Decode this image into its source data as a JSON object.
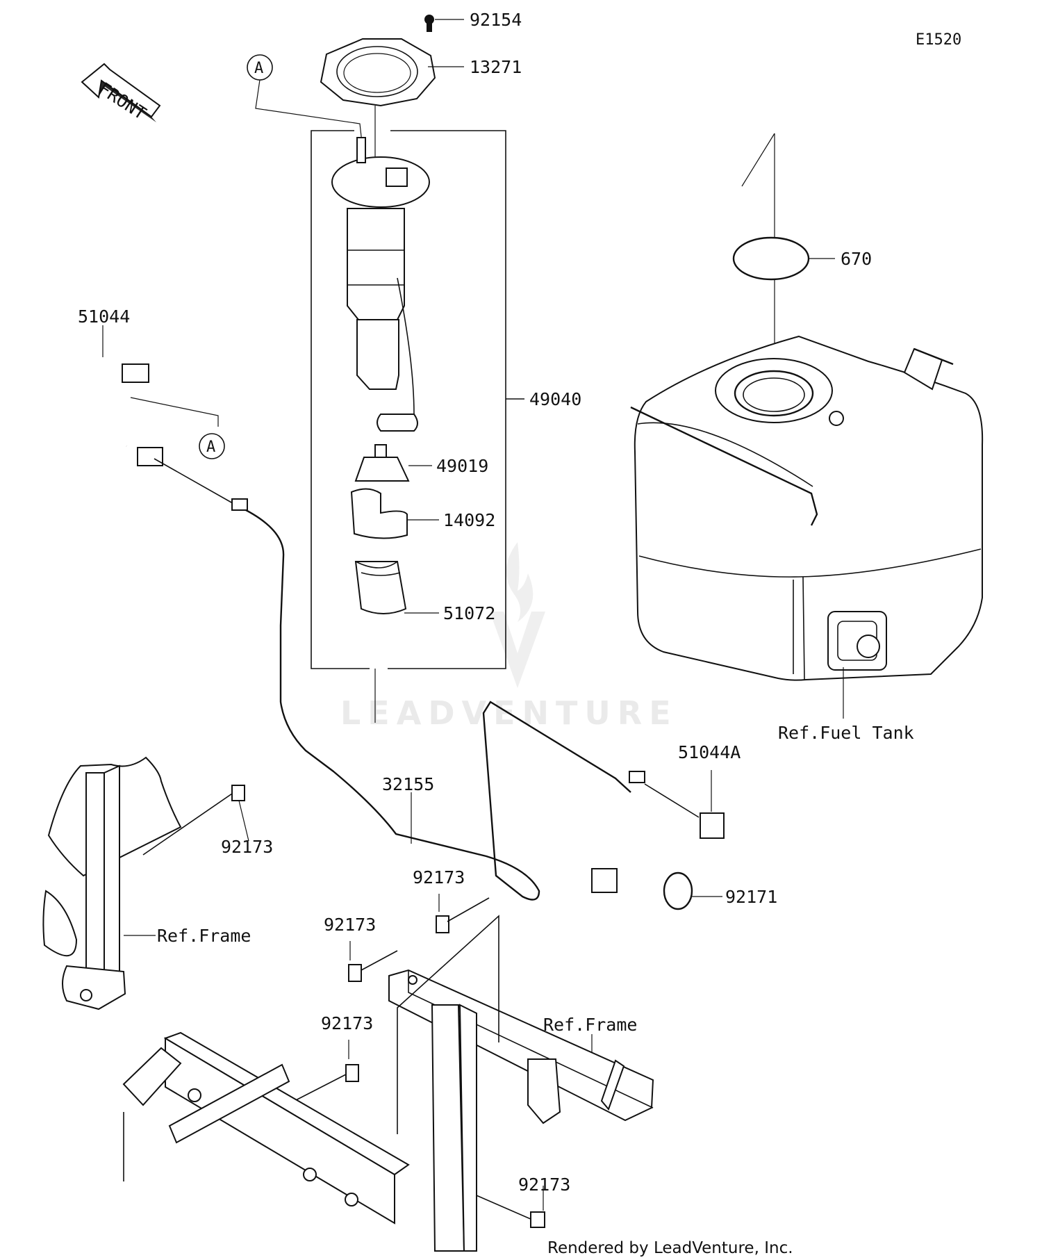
{
  "diagram": {
    "code": "E1520",
    "front_label": "FRONT",
    "parts": [
      {
        "number": "92154"
      },
      {
        "number": "13271"
      },
      {
        "number": "670"
      },
      {
        "number": "49040"
      },
      {
        "number": "49019"
      },
      {
        "number": "14092"
      },
      {
        "number": "51072"
      },
      {
        "number": "51044"
      },
      {
        "number": "51044A"
      },
      {
        "number": "32155"
      },
      {
        "number": "92171"
      },
      {
        "number": "92173"
      },
      {
        "number": "92173"
      },
      {
        "number": "92173"
      },
      {
        "number": "92173"
      },
      {
        "number": "92173"
      }
    ],
    "refs": {
      "fuel_tank": "Ref.Fuel Tank",
      "frame_left": "Ref.Frame",
      "frame_right": "Ref.Frame"
    },
    "callout_marker": "A",
    "credit": "Rendered by LeadVenture, Inc.",
    "watermark": "LEADVENTURE"
  }
}
